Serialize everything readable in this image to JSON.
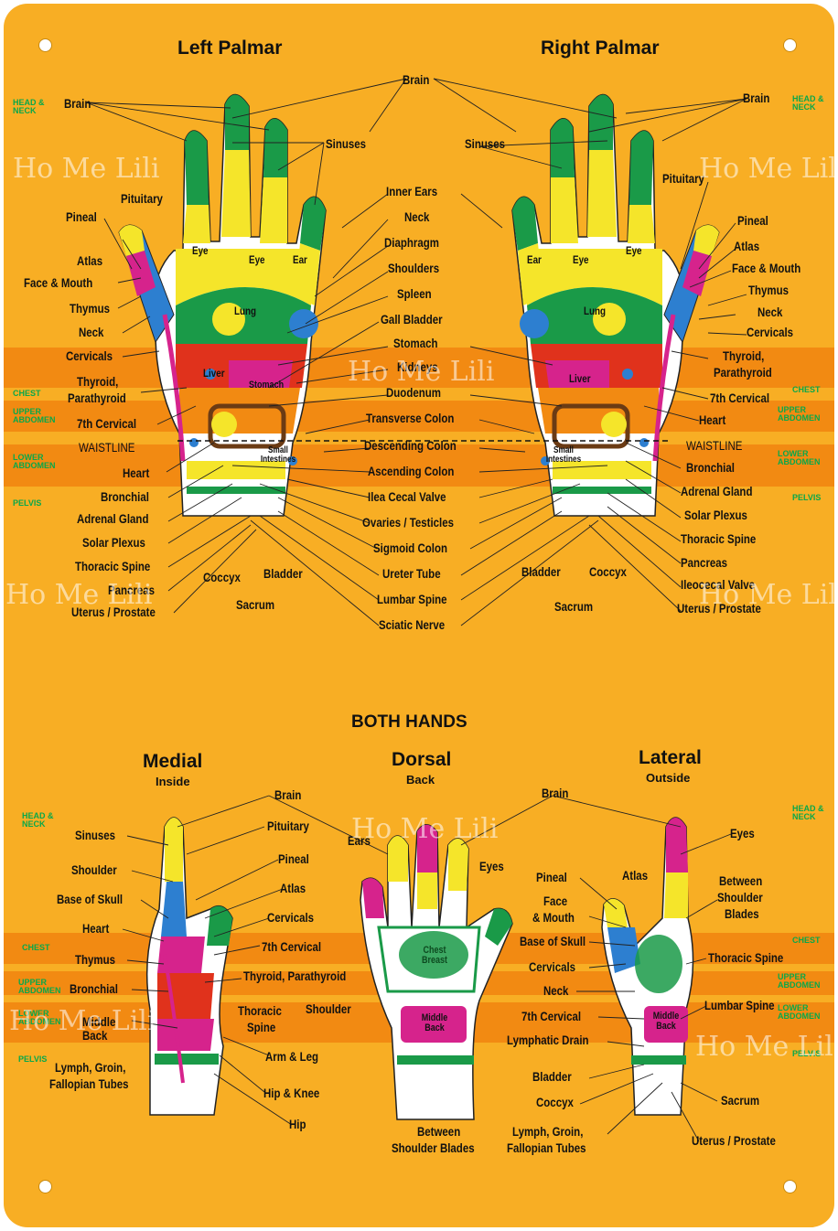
{
  "palmar": {
    "left_title": "Left Palmar",
    "right_title": "Right Palmar",
    "left_labels": {
      "brain": "Brain",
      "pituitary": "Pituitary",
      "pineal": "Pineal",
      "atlas": "Atlas",
      "face_mouth": "Face & Mouth",
      "thymus": "Thymus",
      "neck": "Neck",
      "cervicals": "Cervicals",
      "thyroid": "Thyroid,",
      "parathyroid": "Parathyroid",
      "seventh_cervical": "7th Cervical",
      "waistline": "WAISTLINE",
      "heart": "Heart",
      "bronchial": "Bronchial",
      "adrenal": "Adrenal Gland",
      "solar_plexus": "Solar Plexus",
      "thoracic_spine": "Thoracic Spine",
      "pancreas": "Pancreas",
      "uterus": "Uterus / Prostate",
      "coccyx": "Coccyx",
      "bladder": "Bladder",
      "sacrum": "Sacrum",
      "sinuses": "Sinuses"
    },
    "center_labels": {
      "brain": "Brain",
      "inner_ears": "Inner Ears",
      "neck": "Neck",
      "diaphragm": "Diaphragm",
      "shoulders": "Shoulders",
      "spleen": "Spleen",
      "gall_bladder": "Gall Bladder",
      "stomach": "Stomach",
      "kidneys": "Kidneys",
      "duodenum": "Duodenum",
      "transverse_colon": "Transverse Colon",
      "descending_colon": "Descending Colon",
      "ascending_colon": "Ascending Colon",
      "ilea_cecal": "Ilea Cecal Valve",
      "ovaries": "Ovaries / Testicles",
      "sigmoid": "Sigmoid Colon",
      "ureter": "Ureter Tube",
      "lumbar": "Lumbar Spine",
      "sciatic": "Sciatic Nerve"
    },
    "right_labels": {
      "brain": "Brain",
      "sinuses": "Sinuses",
      "pituitary": "Pituitary",
      "pineal": "Pineal",
      "atlas": "Atlas",
      "face_mouth": "Face & Mouth",
      "thymus": "Thymus",
      "neck": "Neck",
      "cervicals": "Cervicals",
      "thyroid": "Thyroid,",
      "parathyroid": "Parathyroid",
      "seventh_cervical": "7th Cervical",
      "heart": "Heart",
      "waistline": "WAISTLINE",
      "bronchial": "Bronchial",
      "adrenal": "Adrenal Gland",
      "solar_plexus": "Solar Plexus",
      "thoracic_spine": "Thoracic Spine",
      "pancreas": "Pancreas",
      "ileocecal": "Ileocecal Valve",
      "uterus": "Uterus / Prostate",
      "bladder": "Bladder",
      "coccyx": "Coccyx",
      "sacrum": "Sacrum"
    },
    "hand_text": {
      "eye": "Eye",
      "ear": "Ear",
      "lung": "Lung",
      "liver": "Liver",
      "stomach": "Stomach",
      "small_intestines": "Small Intestines"
    }
  },
  "zones": {
    "head_neck": "HEAD & NECK",
    "chest": "CHEST",
    "upper_abdomen": "UPPER ABDOMEN",
    "lower_abdomen": "LOWER ABDOMEN",
    "pelvis": "PELVIS"
  },
  "both_hands": {
    "title": "BOTH HANDS",
    "medial_title": "Medial",
    "medial_sub": "Inside",
    "dorsal_title": "Dorsal",
    "dorsal_sub": "Back",
    "lateral_title": "Lateral",
    "lateral_sub": "Outside",
    "medial_labels": {
      "sinuses": "Sinuses",
      "shoulder": "Shoulder",
      "base_skull": "Base of Skull",
      "heart": "Heart",
      "thymus": "Thymus",
      "bronchial": "Bronchial",
      "middle_back": "Middle Back",
      "lymph": "Lymph, Groin,",
      "fallopian": "Fallopian Tubes"
    },
    "middle_labels": {
      "brain": "Brain",
      "pituitary": "Pituitary",
      "pineal": "Pineal",
      "atlas": "Atlas",
      "cervicals": "Cervicals",
      "seventh_cervical": "7th Cervical",
      "thyroid": "Thyroid, Parathyroid",
      "thoracic": "Thoracic",
      "spine": "Spine",
      "shoulder": "Shoulder",
      "arm_leg": "Arm & Leg",
      "hip_knee": "Hip & Knee",
      "hip": "Hip"
    },
    "dorsal_labels": {
      "ears": "Ears",
      "eyes": "Eyes",
      "chest_breast": "Chest Breast",
      "middle_back": "Middle Back",
      "between": "Between",
      "shoulder_blades": "Shoulder Blades"
    },
    "lateral_center_labels": {
      "brain": "Brain",
      "pineal": "Pineal",
      "face": "Face",
      "mouth": "& Mouth",
      "base_skull": "Base of Skull",
      "cervicals": "Cervicals",
      "neck": "Neck",
      "seventh_cervical": "7th Cervical",
      "lymphatic": "Lymphatic Drain",
      "bladder": "Bladder",
      "coccyx": "Coccyx",
      "lymph": "Lymph, Groin,",
      "fallopian": "Fallopian Tubes",
      "atlas": "Atlas"
    },
    "lateral_labels": {
      "eyes": "Eyes",
      "between": "Between",
      "shoulder": "Shoulder",
      "blades": "Blades",
      "thoracic": "Thoracic Spine",
      "lumbar": "Lumbar Spine",
      "sacrum": "Sacrum",
      "uterus": "Uterus / Prostate",
      "middle_back": "Middle Back"
    }
  },
  "watermark": "Ho Me Lili",
  "colors": {
    "background": "#f8ae24",
    "band": "#f28a12",
    "yellow": "#f5e52a",
    "green": "#1a9a48",
    "blue": "#2d7fd0",
    "red": "#e0321c",
    "magenta": "#d6238c",
    "zone_text": "#0aa84a"
  }
}
